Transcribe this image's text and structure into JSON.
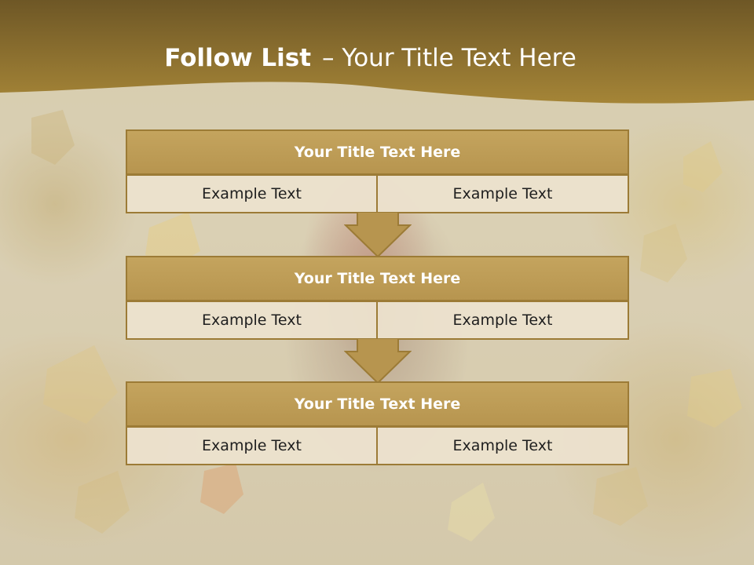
{
  "header": {
    "title_bold": "Follow List",
    "title_rest": "– Your Title Text Here"
  },
  "blocks": [
    {
      "title": "Your Title Text Here",
      "left_text": "Example Text",
      "right_text": "Example Text"
    },
    {
      "title": "Your Title Text Here",
      "left_text": "Example Text",
      "right_text": "Example Text"
    },
    {
      "title": "Your Title Text Here",
      "left_text": "Example Text",
      "right_text": "Example Text"
    }
  ],
  "colors": {
    "header_band": "#8c6f2e",
    "block_title_fill": "#bf9f59",
    "block_border": "#9c7b36",
    "cell_fill": "#ece1ce",
    "arrow_fill": "#b7954f"
  }
}
